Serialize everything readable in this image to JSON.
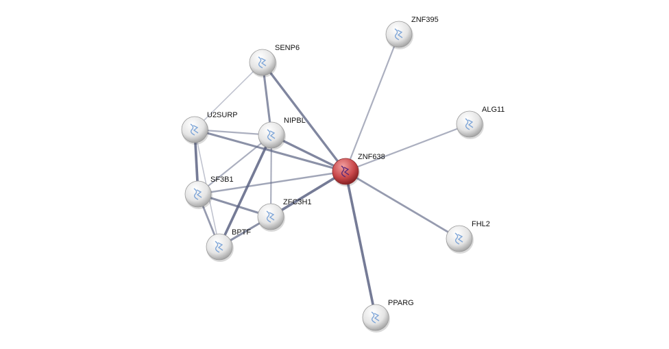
{
  "nodes": [
    {
      "id": "ZNF638",
      "label": "ZNF638",
      "query": true
    },
    {
      "id": "ZNF395",
      "label": "ZNF395"
    },
    {
      "id": "SENP6",
      "label": "SENP6"
    },
    {
      "id": "ALG11",
      "label": "ALG11"
    },
    {
      "id": "U2SURP",
      "label": "U2SURP"
    },
    {
      "id": "NIPBL",
      "label": "NIPBL"
    },
    {
      "id": "SF3B1",
      "label": "SF3B1"
    },
    {
      "id": "ZFC3H1",
      "label": "ZFC3H1"
    },
    {
      "id": "BPTF",
      "label": "BPTF"
    },
    {
      "id": "FHL2",
      "label": "FHL2"
    },
    {
      "id": "PPARG",
      "label": "PPARG"
    }
  ],
  "edges": [
    {
      "a": "ZNF395",
      "b": "ZNF638",
      "strength": 0.4
    },
    {
      "a": "ALG11",
      "b": "ZNF638",
      "strength": 0.4
    },
    {
      "a": "FHL2",
      "b": "ZNF638",
      "strength": 0.6
    },
    {
      "a": "PPARG",
      "b": "ZNF638",
      "strength": 0.9
    },
    {
      "a": "SENP6",
      "b": "ZNF638",
      "strength": 0.8
    },
    {
      "a": "SENP6",
      "b": "NIPBL",
      "strength": 0.7
    },
    {
      "a": "SENP6",
      "b": "U2SURP",
      "strength": 0.2
    },
    {
      "a": "U2SURP",
      "b": "NIPBL",
      "strength": 0.4
    },
    {
      "a": "U2SURP",
      "b": "ZNF638",
      "strength": 0.7
    },
    {
      "a": "U2SURP",
      "b": "SF3B1",
      "strength": 0.9
    },
    {
      "a": "U2SURP",
      "b": "BPTF",
      "strength": 0.2
    },
    {
      "a": "NIPBL",
      "b": "ZNF638",
      "strength": 0.8
    },
    {
      "a": "NIPBL",
      "b": "SF3B1",
      "strength": 0.4
    },
    {
      "a": "NIPBL",
      "b": "BPTF",
      "strength": 0.9
    },
    {
      "a": "NIPBL",
      "b": "ZFC3H1",
      "strength": 0.4
    },
    {
      "a": "SF3B1",
      "b": "ZNF638",
      "strength": 0.5
    },
    {
      "a": "SF3B1",
      "b": "ZFC3H1",
      "strength": 0.7
    },
    {
      "a": "SF3B1",
      "b": "BPTF",
      "strength": 0.6
    },
    {
      "a": "ZFC3H1",
      "b": "ZNF638",
      "strength": 0.9
    },
    {
      "a": "ZFC3H1",
      "b": "BPTF",
      "strength": 0.7
    }
  ],
  "colors": {
    "edge": "#5a6282",
    "node": "#e6e6e6",
    "query_node": "#c0363a"
  }
}
